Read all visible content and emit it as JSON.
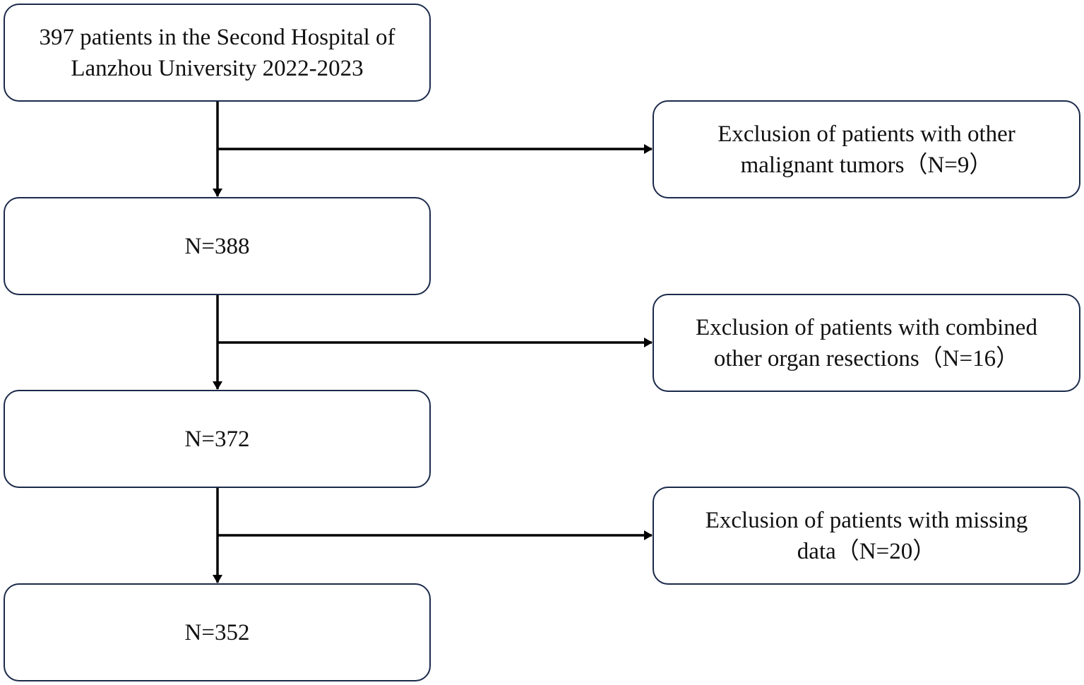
{
  "flow": {
    "start": {
      "line1": "397 patients in the Second Hospital of",
      "line2": "Lanzhou University 2022-2023"
    },
    "steps": [
      {
        "label": "N=388"
      },
      {
        "label": "N=372"
      },
      {
        "label": "N=352"
      }
    ],
    "exclusions": [
      {
        "line1": "Exclusion of patients with other",
        "line2": "malignant tumors（N=9）"
      },
      {
        "line1": "Exclusion of patients with combined",
        "line2": "other organ resections（N=16）"
      },
      {
        "line1": "Exclusion of patients with missing",
        "line2": "data（N=20）"
      }
    ]
  },
  "colors": {
    "box_border": "#1b2a4a",
    "arrow": "#000000",
    "text": "#111111"
  }
}
